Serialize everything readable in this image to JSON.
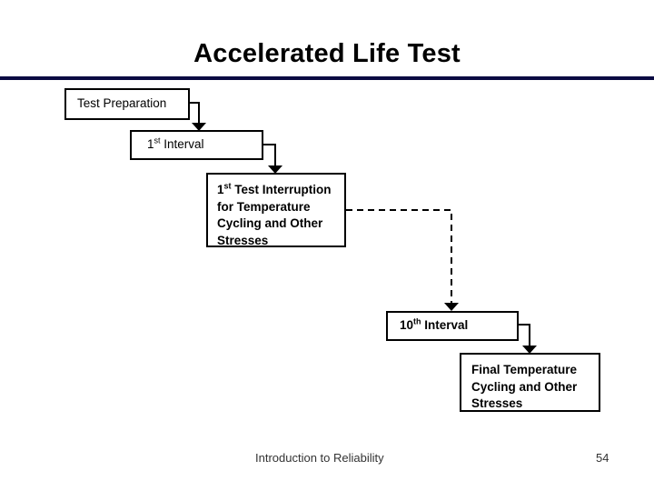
{
  "slide": {
    "title": "Accelerated Life Test",
    "rule_color": "#0a0a42",
    "background_color": "#ffffff"
  },
  "diagram": {
    "type": "flowchart",
    "orientation": "top-left to bottom-right cascade",
    "boxes": [
      {
        "id": "test-preparation",
        "lines": [
          "Test Preparation"
        ],
        "bold": false
      },
      {
        "id": "interval-1",
        "lines": [
          "1st Interval"
        ],
        "line1_main": "1",
        "line1_sup": "st",
        "line1_rest": " Interval",
        "bold": false
      },
      {
        "id": "interruption-1",
        "lines": [
          "1st Test Interruption",
          "for Temperature",
          "Cycling and Other",
          "Stresses"
        ],
        "line1_main": "1",
        "line1_sup": "st",
        "line1_rest": " Test Interruption",
        "line2": "for Temperature",
        "line3": "Cycling and Other",
        "line4": "Stresses",
        "bold": true
      },
      {
        "id": "interval-10",
        "lines": [
          "10th Interval"
        ],
        "line1_main": "10",
        "line1_sup": "th",
        "line1_rest": " Interval",
        "bold": true
      },
      {
        "id": "final-cycling",
        "lines": [
          "Final Temperature",
          "Cycling and Other",
          "Stresses"
        ],
        "line1": "Final Temperature",
        "line2": "Cycling and Other",
        "line3": "Stresses",
        "bold": true
      }
    ],
    "connectors": [
      {
        "id": "test-preparation-to-interval-1",
        "style": "solid",
        "arrow": "down"
      },
      {
        "id": "interval-1-to-interruption-1",
        "style": "solid",
        "arrow": "down"
      },
      {
        "id": "interruption-1-to-interval-10",
        "style": "dashed",
        "arrow": "down"
      },
      {
        "id": "interval-10-to-final-cycling",
        "style": "solid",
        "arrow": "down"
      }
    ],
    "line_color": "#000000"
  },
  "footer": {
    "text": "Introduction to Reliability",
    "page_number": "54"
  }
}
